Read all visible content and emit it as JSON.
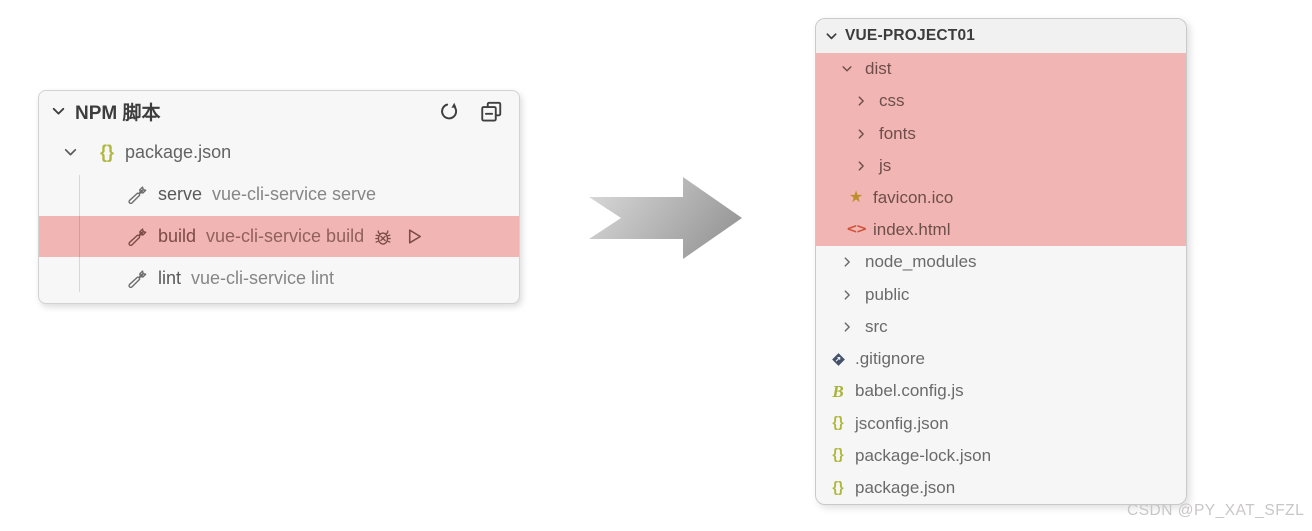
{
  "left_panel": {
    "title": "NPM 脚本",
    "package_file": "package.json",
    "header_icons": [
      "refresh-icon",
      "collapse-all-icon"
    ],
    "scripts": [
      {
        "name": "serve",
        "command": "vue-cli-service serve",
        "highlighted": false
      },
      {
        "name": "build",
        "command": "vue-cli-service build",
        "highlighted": true,
        "action_icons": [
          "debug-icon",
          "run-icon"
        ]
      },
      {
        "name": "lint",
        "command": "vue-cli-service lint",
        "highlighted": false
      }
    ]
  },
  "right_panel": {
    "title": "VUE-PROJECT01",
    "items": [
      {
        "label": "dist",
        "type": "folder",
        "expanded": true,
        "highlighted": true,
        "level": 1
      },
      {
        "label": "css",
        "type": "folder",
        "expanded": false,
        "highlighted": true,
        "level": 2
      },
      {
        "label": "fonts",
        "type": "folder",
        "expanded": false,
        "highlighted": true,
        "level": 2
      },
      {
        "label": "js",
        "type": "folder",
        "expanded": false,
        "highlighted": true,
        "level": 2
      },
      {
        "label": "favicon.ico",
        "type": "file",
        "icon": "star-icon",
        "highlighted": true,
        "level": 2
      },
      {
        "label": "index.html",
        "type": "file",
        "icon": "html-code-icon",
        "highlighted": true,
        "level": 2
      },
      {
        "label": "node_modules",
        "type": "folder",
        "expanded": false,
        "highlighted": false,
        "level": 1
      },
      {
        "label": "public",
        "type": "folder",
        "expanded": false,
        "highlighted": false,
        "level": 1
      },
      {
        "label": "src",
        "type": "folder",
        "expanded": false,
        "highlighted": false,
        "level": 1
      },
      {
        "label": ".gitignore",
        "type": "file",
        "icon": "git-icon",
        "highlighted": false,
        "level": 1
      },
      {
        "label": "babel.config.js",
        "type": "file",
        "icon": "babel-icon",
        "highlighted": false,
        "level": 1
      },
      {
        "label": "jsconfig.json",
        "type": "file",
        "icon": "json-braces-icon",
        "highlighted": false,
        "level": 1
      },
      {
        "label": "package-lock.json",
        "type": "file",
        "icon": "json-braces-icon",
        "highlighted": false,
        "level": 1
      },
      {
        "label": "package.json",
        "type": "file",
        "icon": "json-braces-icon",
        "highlighted": false,
        "level": 1
      }
    ]
  },
  "watermark": "CSDN @PY_XAT_SFZL",
  "colors": {
    "highlight-pink": "#f1b6b3",
    "highlight-text": "#7c4a47",
    "panel-bg": "#f7f7f7",
    "panel-border": "#d2d2d2",
    "header-bg": "#f1f1f1",
    "text-gray": "#666666",
    "text-dim": "#868686",
    "title-dark": "#3d3d3d",
    "json-olive": "#b0b73f",
    "star-gold": "#c0922b",
    "html-orange": "#cf5038",
    "git-navy": "#45526b",
    "babel-olive": "#a9b239",
    "arrow-light": "#dcdcdc",
    "arrow-dark": "#9b9b9b",
    "watermark-gray": "#c9c6c6"
  }
}
